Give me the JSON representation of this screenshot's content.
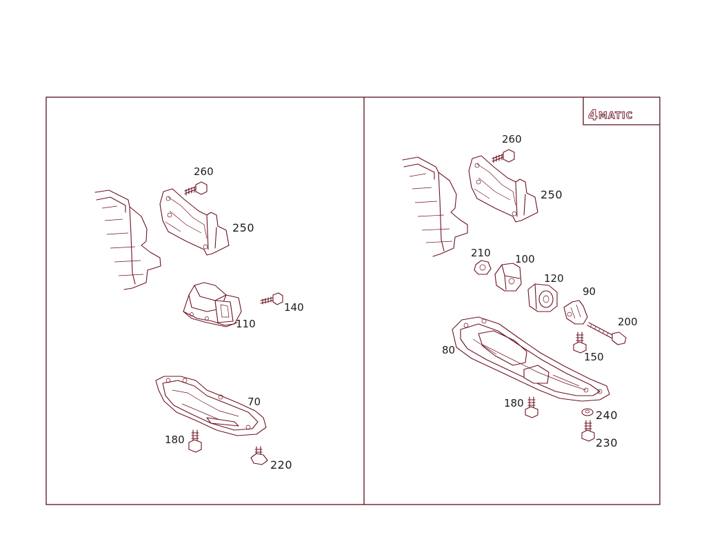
{
  "badge": {
    "number": "4",
    "text": "MATIC"
  },
  "left_panel": {
    "labels": {
      "p260": "260",
      "p250": "250",
      "p140": "140",
      "p110": "110",
      "p70": "70",
      "p180": "180",
      "p220": "220"
    }
  },
  "right_panel": {
    "labels": {
      "p260": "260",
      "p250": "250",
      "p210": "210",
      "p100": "100",
      "p120": "120",
      "p90": "90",
      "p200": "200",
      "p150": "150",
      "p80": "80",
      "p180": "180",
      "p240": "240",
      "p230": "230"
    }
  },
  "colors": {
    "line": "#6b1020",
    "frame": "#5a0d1a",
    "text": "#1a1a1a"
  }
}
